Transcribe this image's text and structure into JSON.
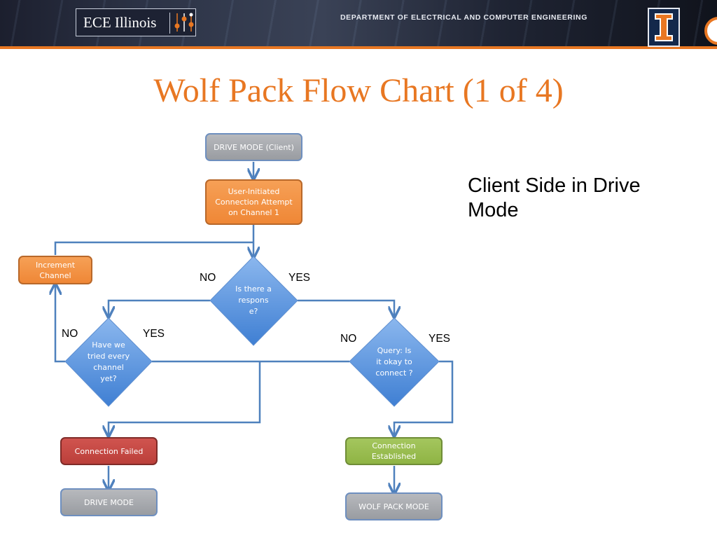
{
  "header": {
    "logo_text": "ECE Illinois",
    "department": "DEPARTMENT OF ELECTRICAL AND COMPUTER ENGINEERING",
    "colors": {
      "accent": "#e87722",
      "navy": "#13284b"
    }
  },
  "slide": {
    "title": "Wolf Pack Flow Chart (1 of 4)",
    "side_note": "Client Side in Drive Mode"
  },
  "flow": {
    "nodes": {
      "drive_mode_client": "DRIVE MODE (Client)",
      "user_initiated": "User-Initiated Connection Attempt on Channel 1",
      "increment_channel": "Increment Channel",
      "is_there_response": "Is there a respons e?",
      "have_we_tried": "Have we tried every channel yet?",
      "query_okay": "Query: Is it okay to connect ?",
      "connection_failed": "Connection Failed",
      "connection_established": "Connection Established",
      "drive_mode": "DRIVE MODE",
      "wolf_pack_mode": "WOLF PACK MODE"
    },
    "labels": {
      "response_no": "NO",
      "response_yes": "YES",
      "tried_no": "NO",
      "tried_yes": "YES",
      "query_no": "NO",
      "query_yes": "YES"
    },
    "colors": {
      "line": "#4f81bd",
      "diamond": "#5e95dc",
      "gray_box": "#a5a8ac",
      "orange_box": "#f79646",
      "red_box": "#c0504d",
      "green_box": "#9bbb59"
    }
  }
}
